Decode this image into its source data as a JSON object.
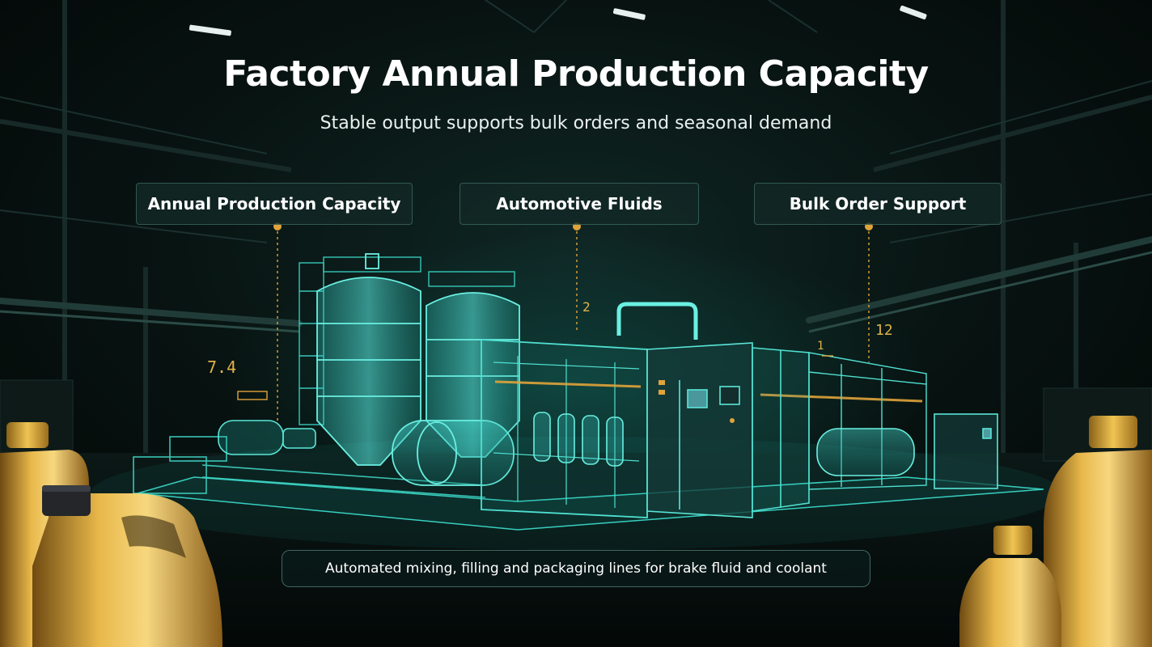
{
  "header": {
    "title": "Factory Annual Production Capacity",
    "subtitle": "Stable output supports bulk orders and seasonal demand"
  },
  "callouts": [
    {
      "label": "Annual Production Capacity"
    },
    {
      "label": "Automotive Fluids"
    },
    {
      "label": "Bulk Order Support"
    }
  ],
  "figures": [
    "7.4",
    "2",
    "1",
    "12"
  ],
  "footer": {
    "caption": "Automated mixing, filling and packaging lines for brake fluid and coolant"
  },
  "colors": {
    "accent": "#e0a33a",
    "wireframe": "#2fd9c8",
    "background": "#07110f"
  }
}
